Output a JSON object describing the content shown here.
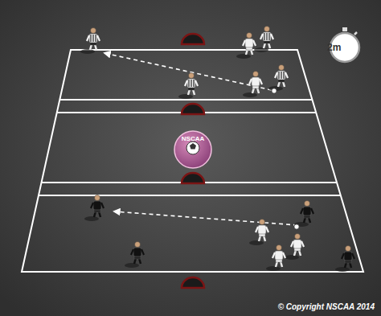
{
  "diagram": {
    "nodes": [
      {
        "text": [
          "2m"
        ]
      }
    ],
    "labels": [
      "NSCAA",
      "© Copyright NSCAA 2014"
    ]
  }
}
